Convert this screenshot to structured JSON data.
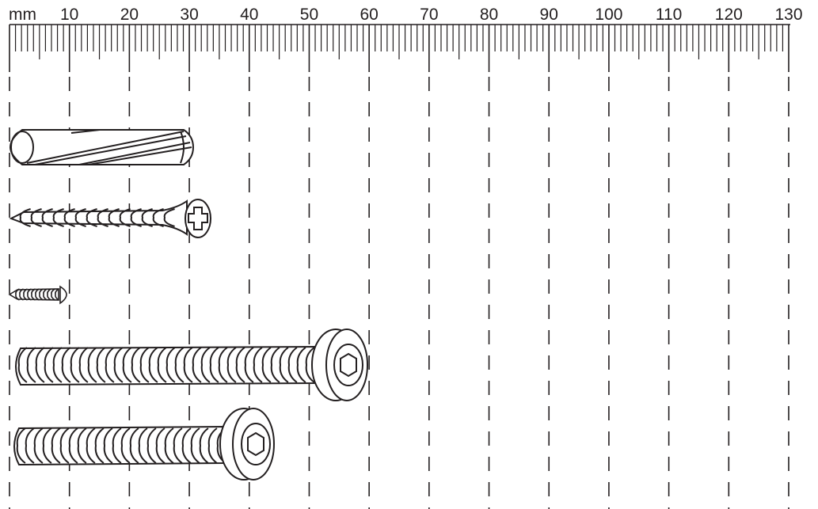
{
  "ruler": {
    "unit_label": "mm",
    "tick_labels": [
      "10",
      "20",
      "30",
      "40",
      "50",
      "60",
      "70",
      "80",
      "90",
      "100",
      "110",
      "120",
      "130"
    ],
    "max_mm": 130
  },
  "items": [
    {
      "name": "wall-plug",
      "icon": "wall-plug-icon",
      "length_mm": 30
    },
    {
      "name": "countersunk-phillips-screw",
      "icon": "phillips-screw-icon",
      "length_mm": 30
    },
    {
      "name": "small-pan-head-screw",
      "icon": "small-screw-icon",
      "length_mm": 10
    },
    {
      "name": "long-hex-socket-bolt",
      "icon": "hex-socket-bolt-icon",
      "length_mm": 53
    },
    {
      "name": "short-hex-socket-bolt",
      "icon": "hex-socket-bolt-icon",
      "length_mm": 37
    }
  ],
  "colors": {
    "ink": "#231f20",
    "background": "#ffffff"
  }
}
